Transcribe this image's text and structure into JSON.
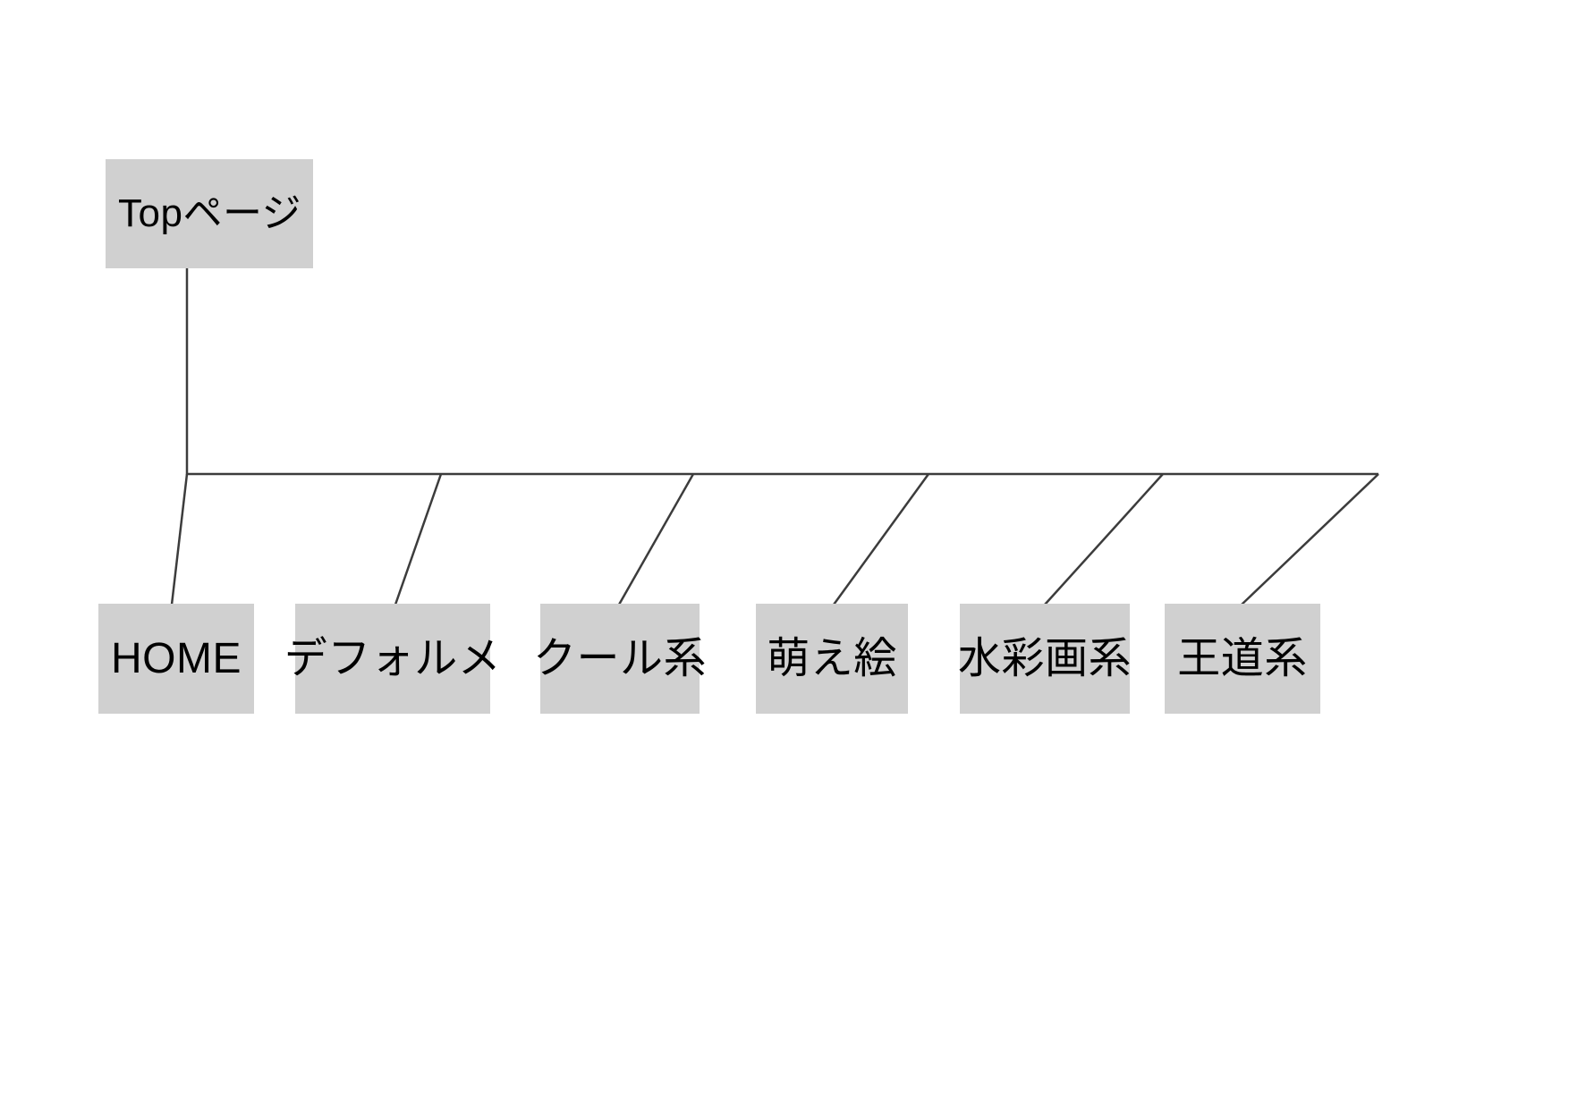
{
  "diagram": {
    "type": "site-map-tree",
    "background_color": "#ffffff",
    "node_fill_color": "#d0d0d0",
    "edge_color": "#3c3c3c",
    "root": {
      "id": "root",
      "label": "Topページ"
    },
    "children": [
      {
        "id": "home",
        "label": "HOME"
      },
      {
        "id": "deforme",
        "label": "デフォルメ"
      },
      {
        "id": "cool",
        "label": "クール系"
      },
      {
        "id": "moe",
        "label": "萌え絵"
      },
      {
        "id": "suisai",
        "label": "水彩画系"
      },
      {
        "id": "oudou",
        "label": "王道系"
      }
    ]
  }
}
